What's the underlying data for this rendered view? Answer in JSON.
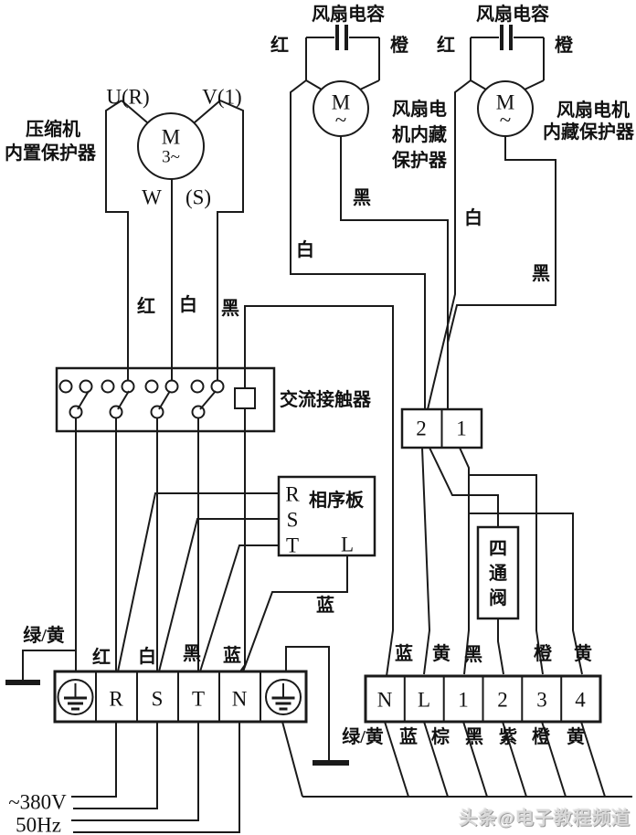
{
  "watermark": "头条@电子教程频道",
  "capacitor_left": {
    "title": "风扇电容",
    "red": "红",
    "orange": "橙"
  },
  "capacitor_right": {
    "title": "风扇电容",
    "red": "红",
    "orange": "橙"
  },
  "compressor": {
    "label_line1": "压缩机",
    "label_line2": "内置保护器",
    "terminal_u": "U(R)",
    "terminal_v": "V(1)",
    "terminal_w": "W",
    "terminal_s": "(S)",
    "motor": "M",
    "phase": "3~",
    "wire_red": "红",
    "wire_white": "白",
    "wire_black": "黑"
  },
  "fan_left": {
    "motor": "M",
    "ac": "~",
    "label_line1": "风扇电",
    "label_line2": "机内藏",
    "label_line3": "保护器",
    "wire_black": "黑",
    "wire_white": "白"
  },
  "fan_right": {
    "motor": "M",
    "ac": "~",
    "label_line1": "风扇电机",
    "label_line2": "内藏保护器",
    "wire_white": "白",
    "wire_black": "黑"
  },
  "contactor": {
    "label": "交流接触器"
  },
  "terminal_21": {
    "t2": "2",
    "t1": "1"
  },
  "phase_board": {
    "title": "相序板",
    "r": "R",
    "s": "S",
    "t": "T",
    "l": "L",
    "wire_blue": "蓝"
  },
  "valve": {
    "char1": "四",
    "char2": "通",
    "char3": "阀"
  },
  "left_block": {
    "earth_label": "绿/黄",
    "wire_red": "红",
    "wire_white": "白",
    "wire_black": "黑",
    "wire_blue": "蓝",
    "cells": [
      "R",
      "S",
      "T",
      "N"
    ]
  },
  "right_block": {
    "top_labels": [
      "蓝",
      "黄",
      "黑",
      "橙",
      "黄"
    ],
    "cells": [
      "N",
      "L",
      "1",
      "2",
      "3",
      "4"
    ],
    "bottom_labels": [
      "绿/黄",
      "蓝",
      "棕",
      "黑",
      "紫",
      "橙",
      "黄"
    ]
  },
  "power": {
    "voltage": "~380V",
    "frequency": "50Hz"
  }
}
